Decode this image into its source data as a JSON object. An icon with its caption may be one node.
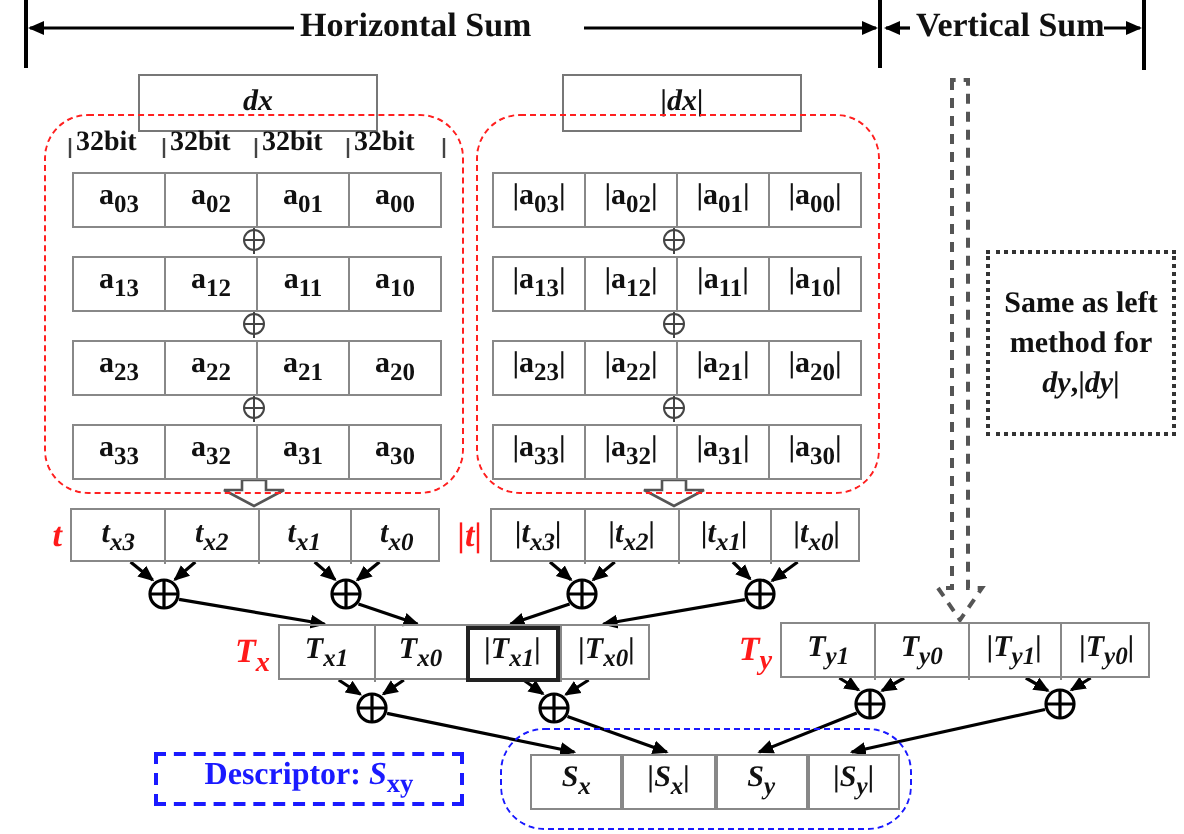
{
  "diagram": {
    "nodes": [
      {
        "text": [
          "dx"
        ]
      },
      {
        "text": [
          "|dx|"
        ]
      },
      {
        "text": [],
        "shape": "box"
      },
      {
        "text": [
          "a$_{03}$"
        ],
        "in": 2
      },
      {
        "text": [
          "a$_{02}$"
        ],
        "in": 2
      },
      {
        "text": [
          "a$_{01}$"
        ],
        "in": 2
      },
      {
        "text": [
          "a$_{00}$"
        ],
        "in": 2
      },
      {
        "text": [
          "a$_{13}$"
        ],
        "in": 2
      },
      {
        "text": [
          "a$_{12}$"
        ],
        "in": 2
      },
      {
        "text": [
          "a$_{11}$"
        ],
        "in": 2
      },
      {
        "text": [
          "a$_{10}$"
        ],
        "in": 2
      },
      {
        "text": [
          "a$_{23}$"
        ],
        "in": 2
      },
      {
        "text": [
          "a$_{22}$"
        ],
        "in": 2
      },
      {
        "text": [
          "a$_{21}$"
        ],
        "in": 2
      },
      {
        "text": [
          "a$_{20}$"
        ],
        "in": 2
      },
      {
        "text": [
          "a$_{33}$"
        ],
        "in": 2
      },
      {
        "text": [
          "a$_{32}$"
        ],
        "in": 2
      },
      {
        "text": [
          "a$_{31}$"
        ],
        "in": 2
      },
      {
        "text": [
          "a$_{30}$"
        ],
        "in": 2
      },
      {
        "text": [],
        "shape": "box"
      },
      {
        "text": [
          "|a$_{03}$|"
        ],
        "in": 19
      },
      {
        "text": [
          "|a$_{02}$|"
        ],
        "in": 19
      },
      {
        "text": [
          "|a$_{01}$|"
        ],
        "in": 19
      },
      {
        "text": [
          "|a$_{00}$|"
        ],
        "in": 19
      },
      {
        "text": [
          "|a$_{13}$|"
        ],
        "in": 19
      },
      {
        "text": [
          "|a$_{12}$|"
        ],
        "in": 19
      },
      {
        "text": [
          "|a$_{11}$|"
        ],
        "in": 19
      },
      {
        "text": [
          "|a$_{10}$|"
        ],
        "in": 19
      },
      {
        "text": [
          "|a$_{23}$|"
        ],
        "in": 19
      },
      {
        "text": [
          "|a$_{22}$|"
        ],
        "in": 19
      },
      {
        "text": [
          "|a$_{21}$|"
        ],
        "in": 19
      },
      {
        "text": [
          "|a$_{20}$|"
        ],
        "in": 19
      },
      {
        "text": [
          "|a$_{33}$|"
        ],
        "in": 19
      },
      {
        "text": [
          "|a$_{32}$|"
        ],
        "in": 19
      },
      {
        "text": [
          "|a$_{31}$|"
        ],
        "in": 19
      },
      {
        "text": [
          "|a$_{30}$|"
        ],
        "in": 19
      },
      {
        "text": [],
        "shape": "bar",
        "beside": [
          "t"
        ]
      },
      {
        "text": [
          "t$_{x3}$"
        ],
        "in": 36
      },
      {
        "text": [
          "t$_{x2}$"
        ],
        "in": 36
      },
      {
        "text": [
          "t$_{x1}$"
        ],
        "in": 36
      },
      {
        "text": [
          "t$_{x0}$"
        ],
        "in": 36
      },
      {
        "text": [],
        "shape": "bar",
        "beside": [
          "|t|"
        ]
      },
      {
        "text": [
          "|t$_{x3}$|"
        ],
        "in": 41
      },
      {
        "text": [
          "|t$_{x2}$|"
        ],
        "in": 41
      },
      {
        "text": [
          "|t$_{x1}$|"
        ],
        "in": 41
      },
      {
        "text": [
          "|t$_{x0}$|"
        ],
        "in": 41
      },
      {
        "text": [],
        "shape": "circle"
      },
      {
        "text": [],
        "shape": "circle"
      },
      {
        "text": [],
        "shape": "circle"
      },
      {
        "text": [],
        "shape": "circle"
      },
      {
        "text": [],
        "shape": "bar",
        "beside": [
          "T$_{x}$"
        ]
      },
      {
        "text": [
          "T$_{x1}$"
        ],
        "in": 50
      },
      {
        "text": [
          "T$_{x0}$"
        ],
        "in": 50
      },
      {
        "text": [
          "|T$_{x1}$|"
        ],
        "in": 50
      },
      {
        "text": [
          "|T$_{x0}$|"
        ],
        "in": 50
      },
      {
        "text": [],
        "shape": "bar",
        "beside": [
          "T$_{y}$"
        ]
      },
      {
        "text": [
          "T$_{y1}$"
        ],
        "in": 55
      },
      {
        "text": [
          "T$_{y0}$"
        ],
        "in": 55
      },
      {
        "text": [
          "|T$_{y1}$|"
        ],
        "in": 55
      },
      {
        "text": [
          "|T$_{y0}$|"
        ],
        "in": 55
      },
      {
        "text": [],
        "shape": "circle"
      },
      {
        "text": [],
        "shape": "circle"
      },
      {
        "text": [],
        "shape": "circle"
      },
      {
        "text": [],
        "shape": "circle"
      },
      {
        "text": [],
        "shape": "box"
      },
      {
        "text": [
          "S$_{x}$"
        ],
        "in": 64
      },
      {
        "text": [
          "|S$_{x}$|"
        ],
        "in": 64
      },
      {
        "text": [
          "S$_{y}$"
        ],
        "in": 64
      },
      {
        "text": [
          "|S$_{y}$|"
        ],
        "in": 64
      },
      {
        "text": [
          "Descriptor: *S*$_{xy}$"
        ]
      },
      {
        "text": [
          "Same as left method for *dy*,|*dy*|"
        ]
      }
    ],
    "edges": [
      {
        "from": 2,
        "to": 36,
        "arrow": "to"
      },
      {
        "from": 19,
        "to": 41,
        "arrow": "to"
      },
      {
        "from": null,
        "to": 55,
        "arrow": "to",
        "style": "dashed"
      },
      {
        "from": 37,
        "to": 46,
        "arrow": "to"
      },
      {
        "from": 38,
        "to": 46,
        "arrow": "to"
      },
      {
        "from": 39,
        "to": 47,
        "arrow": "to"
      },
      {
        "from": 40,
        "to": 47,
        "arrow": "to"
      },
      {
        "from": 42,
        "to": 48,
        "arrow": "to"
      },
      {
        "from": 43,
        "to": 48,
        "arrow": "to"
      },
      {
        "from": 44,
        "to": 49,
        "arrow": "to"
      },
      {
        "from": 45,
        "to": 49,
        "arrow": "to"
      },
      {
        "from": 46,
        "to": 51,
        "arrow": "to"
      },
      {
        "from": 47,
        "to": 52,
        "arrow": "to"
      },
      {
        "from": 48,
        "to": 53,
        "arrow": "to"
      },
      {
        "from": 49,
        "to": 54,
        "arrow": "to"
      },
      {
        "from": 51,
        "to": 60,
        "arrow": "to"
      },
      {
        "from": 52,
        "to": 60,
        "arrow": "to"
      },
      {
        "from": 53,
        "to": 61,
        "arrow": "to"
      },
      {
        "from": 54,
        "to": 61,
        "arrow": "to"
      },
      {
        "from": 56,
        "to": 62,
        "arrow": "to"
      },
      {
        "from": 57,
        "to": 62,
        "arrow": "to"
      },
      {
        "from": 58,
        "to": 63,
        "arrow": "to"
      },
      {
        "from": 59,
        "to": 63,
        "arrow": "to"
      },
      {
        "from": 60,
        "to": 65,
        "arrow": "to"
      },
      {
        "from": 61,
        "to": 66,
        "arrow": "to"
      },
      {
        "from": 62,
        "to": 67,
        "arrow": "to"
      },
      {
        "from": 63,
        "to": 68,
        "arrow": "to"
      }
    ],
    "labels": [
      "Horizontal Sum",
      "Vertical Sum",
      "32bit",
      "32bit",
      "32bit",
      "32bit"
    ]
  }
}
